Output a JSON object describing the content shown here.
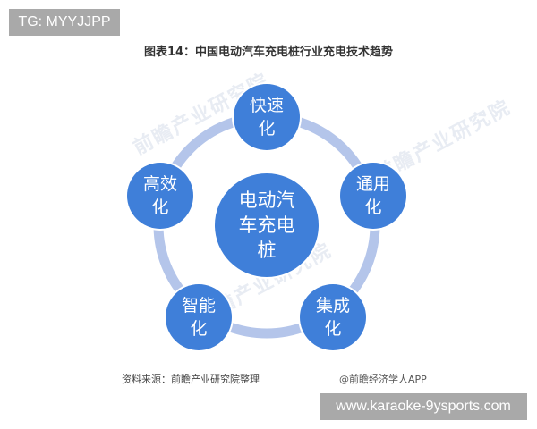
{
  "overlay": {
    "tg_label": "TG: MYYJJPP",
    "url_label": "www.karaoke-9ysports.com"
  },
  "figure": {
    "title": "图表14：中国电动汽车充电桩行业充电技术趋势",
    "center_node": "电动汽\n车充电\n桩",
    "nodes": [
      {
        "label": "快速\n化"
      },
      {
        "label": "通用\n化"
      },
      {
        "label": "集成\n化"
      },
      {
        "label": "智能\n化"
      },
      {
        "label": "高效\n化"
      }
    ],
    "watermarks": [
      "前瞻产业研究院",
      "前瞻产业研究院",
      "前瞻产业研究院"
    ],
    "source": "资料来源：前瞻产业研究院整理",
    "credit": "@前瞻经济学人APP",
    "colors": {
      "node_fill": "#3f7fd9",
      "ring": "#b4c5ea",
      "text": "#ffffff"
    }
  }
}
